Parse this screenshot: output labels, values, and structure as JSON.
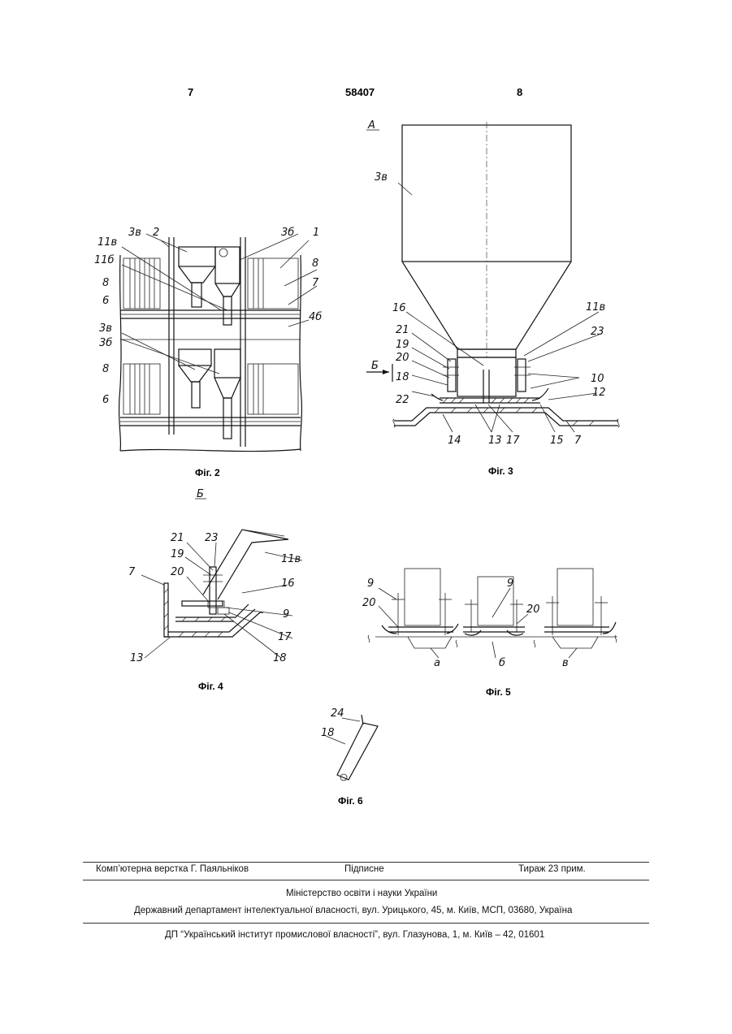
{
  "header": {
    "left_page": "7",
    "patent_number": "58407",
    "right_page": "8"
  },
  "figures": {
    "fig2": {
      "caption": "Фіг. 2",
      "labels": [
        "2",
        "3в",
        "3б",
        "1",
        "11в",
        "11б",
        "8",
        "8",
        "7",
        "6",
        "4б",
        "3в",
        "3б",
        "8",
        "6"
      ]
    },
    "fig3": {
      "caption": "Фіг. 3",
      "view_label": "А",
      "labels": [
        "3в",
        "16",
        "11в",
        "21",
        "19",
        "23",
        "20",
        "18",
        "10",
        "Б",
        "22",
        "12",
        "14",
        "13",
        "17",
        "15",
        "7"
      ]
    },
    "fig4": {
      "caption": "Фіг. 4",
      "view_label": "Б",
      "labels": [
        "21",
        "23",
        "19",
        "11в",
        "7",
        "20",
        "16",
        "9",
        "17",
        "13",
        "18"
      ]
    },
    "fig5": {
      "caption": "Фіг. 5",
      "labels": [
        "9",
        "9",
        "20",
        "20",
        "а",
        "б",
        "в"
      ]
    },
    "fig6": {
      "caption": "Фіг. 6",
      "labels": [
        "24",
        "18"
      ]
    }
  },
  "footer": {
    "typesetter": "Комп’ютерна верстка Г. Паяльніков",
    "signed": "Підписне",
    "print_run": "Тираж 23 прим.",
    "ministry": "Міністерство освіти і науки України",
    "department": "Державний департамент інтелектуальної власності, вул. Урицького, 45, м. Київ, МСП, 03680, Україна",
    "publisher": "ДП “Український інститут промислової власності”, вул. Глазунова, 1, м. Київ – 42, 01601"
  }
}
